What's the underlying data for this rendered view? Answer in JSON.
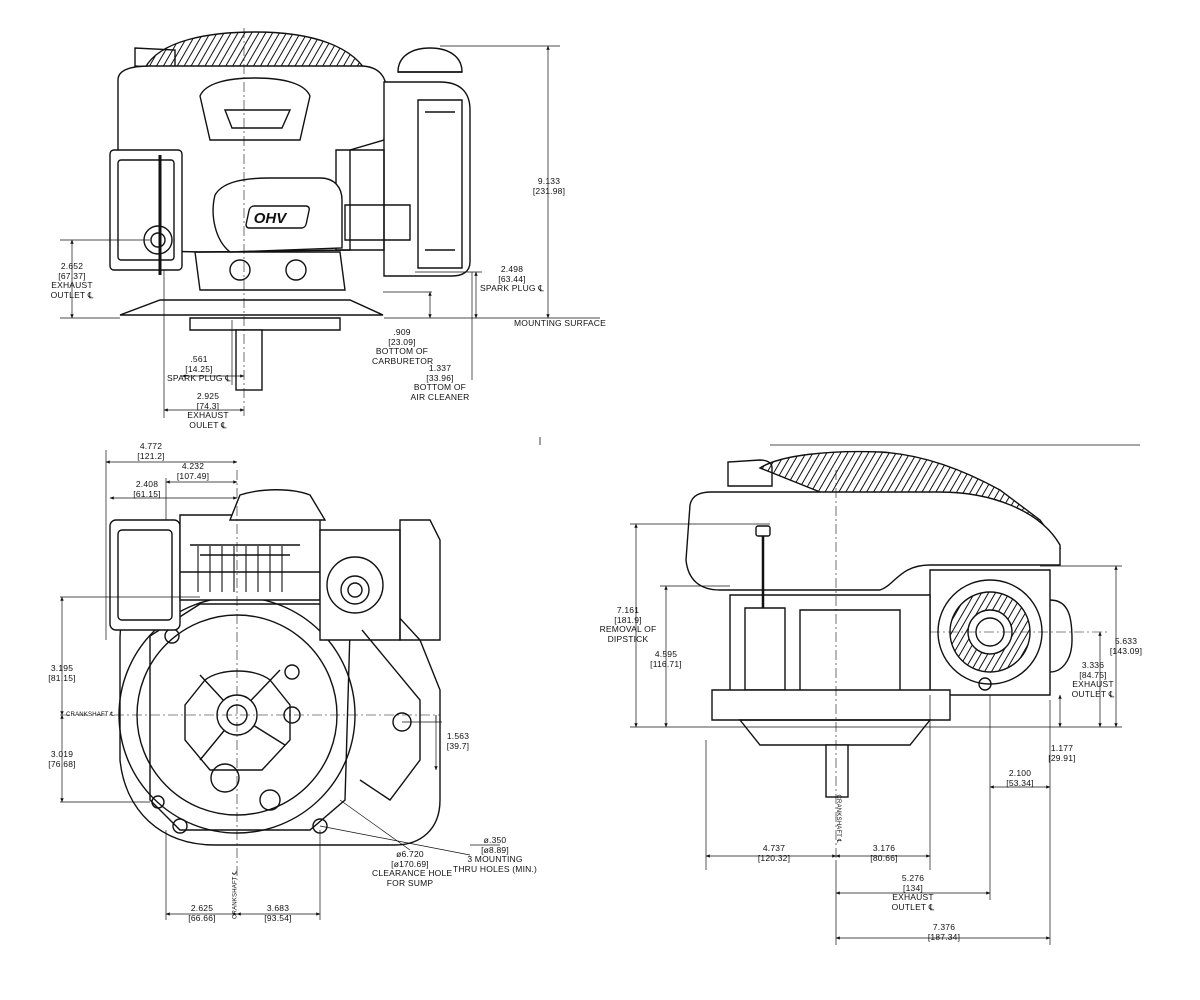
{
  "top_view": {
    "logo": "OHV",
    "dims": {
      "overall_height": {
        "value": "9.133",
        "metric": "[231.98]"
      },
      "exhaust_outlet_height": {
        "value": "2.652",
        "metric": "[67.37]",
        "l1": "EXHAUST",
        "l2": "OUTLET ℄"
      },
      "spark_plug_height": {
        "value": "2.498",
        "metric": "[63.44]",
        "l1": "SPARK PLUG ℄"
      },
      "mounting_surface": "MOUNTING SURFACE",
      "carb_bottom": {
        "value": ".909",
        "metric": "[23.09]",
        "l1": "BOTTOM OF",
        "l2": "CARBURETOR"
      },
      "air_cleaner_bottom": {
        "value": "1.337",
        "metric": "[33.96]",
        "l1": "BOTTOM OF",
        "l2": "AIR CLEANER"
      },
      "spark_plug_offset": {
        "value": ".561",
        "metric": "[14.25]",
        "l1": "SPARK PLUG ℄"
      },
      "exhaust_offset": {
        "value": "2.925",
        "metric": "[74.3]",
        "l1": "EXHAUST",
        "l2": "OULET ℄"
      }
    }
  },
  "bottom_view": {
    "dims": {
      "w1": {
        "value": "4.772",
        "metric": "[121.2]"
      },
      "w2": {
        "value": "4.232",
        "metric": "[107.49]"
      },
      "w3": {
        "value": "2.408",
        "metric": "[61.15]"
      },
      "upper": {
        "value": "3.195",
        "metric": "[81.15]"
      },
      "crankshaft_label": "CRANKSHAFT ℄",
      "lower": {
        "value": "3.019",
        "metric": "[76.68]"
      },
      "side": {
        "value": "1.563",
        "metric": "[39.7]"
      },
      "holes": {
        "value": "ø.350",
        "metric": "[ø8.89]",
        "l1": "3 MOUNTING",
        "l2": "THRU HOLES (MIN.)"
      },
      "clearance": {
        "value": "ø6.720",
        "metric": "[ø170.69]",
        "l1": "CLEARANCE HOLE",
        "l2": "FOR SUMP"
      },
      "crank_vertical": "CRANKSHAFT ℄",
      "left_b": {
        "value": "2.625",
        "metric": "[66.66]"
      },
      "right_b": {
        "value": "3.683",
        "metric": "[93.54]"
      }
    }
  },
  "side_view": {
    "dims": {
      "dipstick": {
        "value": "7.161",
        "metric": "[181.9]",
        "l1": "REMOVAL OF",
        "l2": "DIPSTICK"
      },
      "h2": {
        "value": "4.595",
        "metric": "[116.71]"
      },
      "overall": {
        "value": "5.633",
        "metric": "[143.09]"
      },
      "exhaust": {
        "value": "3.336",
        "metric": "[84.75]",
        "l1": "EXHAUST",
        "l2": "OUTLET ℄"
      },
      "small": {
        "value": "1.177",
        "metric": "[29.91]"
      },
      "d1": {
        "value": "2.100",
        "metric": "[53.34]"
      },
      "left_w": {
        "value": "4.737",
        "metric": "[120.32]"
      },
      "crank_vertical": "CRANKSHAFT ℄",
      "mid_w": {
        "value": "3.176",
        "metric": "[80.66]"
      },
      "exhaust_w": {
        "value": "5.276",
        "metric": "[134]",
        "l1": "EXHAUST",
        "l2": "OUTLET ℄"
      },
      "total_w": {
        "value": "7.376",
        "metric": "[187.34]"
      }
    }
  }
}
